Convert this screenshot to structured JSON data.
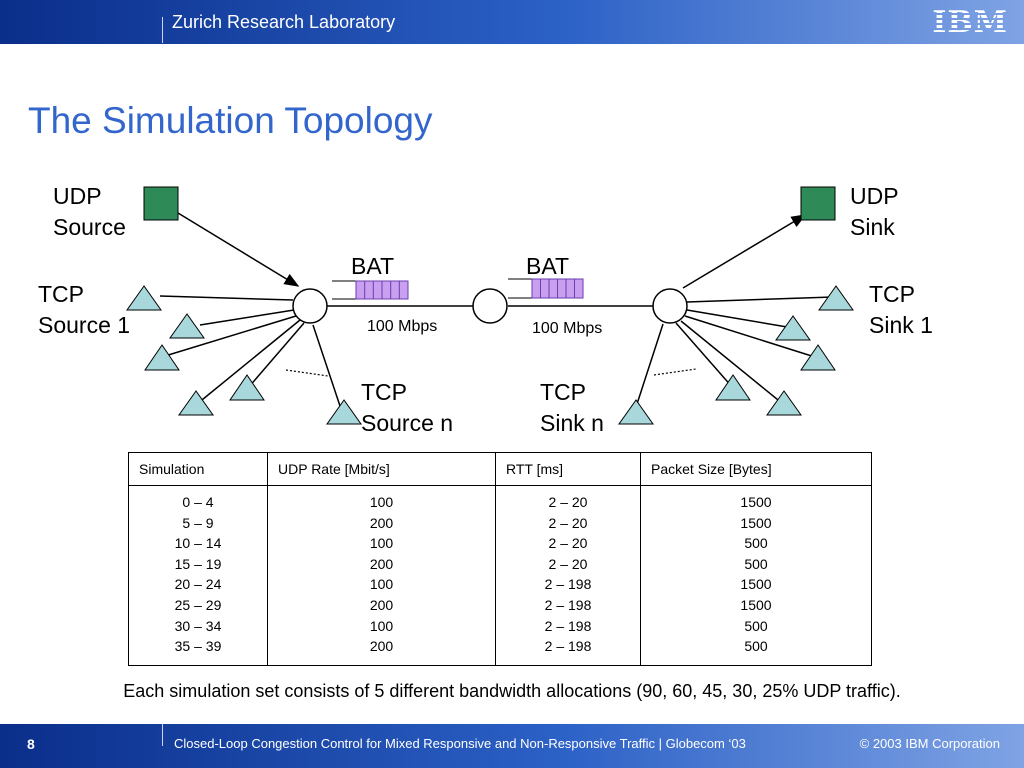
{
  "header": {
    "lab_name": "Zurich Research Laboratory",
    "logo_text": "IBM"
  },
  "title": "The Simulation Topology",
  "diagram": {
    "udp_source": [
      "UDP",
      "Source"
    ],
    "udp_sink": [
      "UDP",
      "Sink"
    ],
    "tcp_source_1": [
      "TCP",
      "Source 1"
    ],
    "tcp_sink_1": [
      "TCP",
      "Sink 1"
    ],
    "tcp_source_n": [
      "TCP",
      "Source n"
    ],
    "tcp_sink_n": [
      "TCP",
      "Sink n"
    ],
    "bat_left": "BAT",
    "bat_right": "BAT",
    "link_left": "100 Mbps",
    "link_right": "100 Mbps",
    "colors": {
      "udp_node": "#2e8b57",
      "tcp_node": "#a8d8dc",
      "queue": "#c9a0f0"
    }
  },
  "table": {
    "headers": [
      "Simulation",
      "UDP Rate [Mbit/s]",
      "RTT [ms]",
      "Packet Size [Bytes]"
    ],
    "columns": [
      [
        "0 – 4",
        "5 – 9",
        "10 – 14",
        "15 – 19",
        "20 – 24",
        "25 – 29",
        "30 – 34",
        "35 – 39"
      ],
      [
        "100",
        "200",
        "100",
        "200",
        "100",
        "200",
        "100",
        "200"
      ],
      [
        "2 – 20",
        "2 – 20",
        "2 – 20",
        "2 – 20",
        "2 – 198",
        "2 – 198",
        "2 – 198",
        "2 – 198"
      ],
      [
        "1500",
        "1500",
        "500",
        "500",
        "1500",
        "1500",
        "500",
        "500"
      ]
    ]
  },
  "note": "Each simulation set consists of 5 different bandwidth allocations (90, 60, 45, 30, 25% UDP traffic).",
  "footer": {
    "page_number": "8",
    "text": "Closed-Loop Congestion Control for Mixed Responsive and Non-Responsive Traffic |  Globecom ‘03",
    "copyright": "© 2003 IBM Corporation"
  }
}
